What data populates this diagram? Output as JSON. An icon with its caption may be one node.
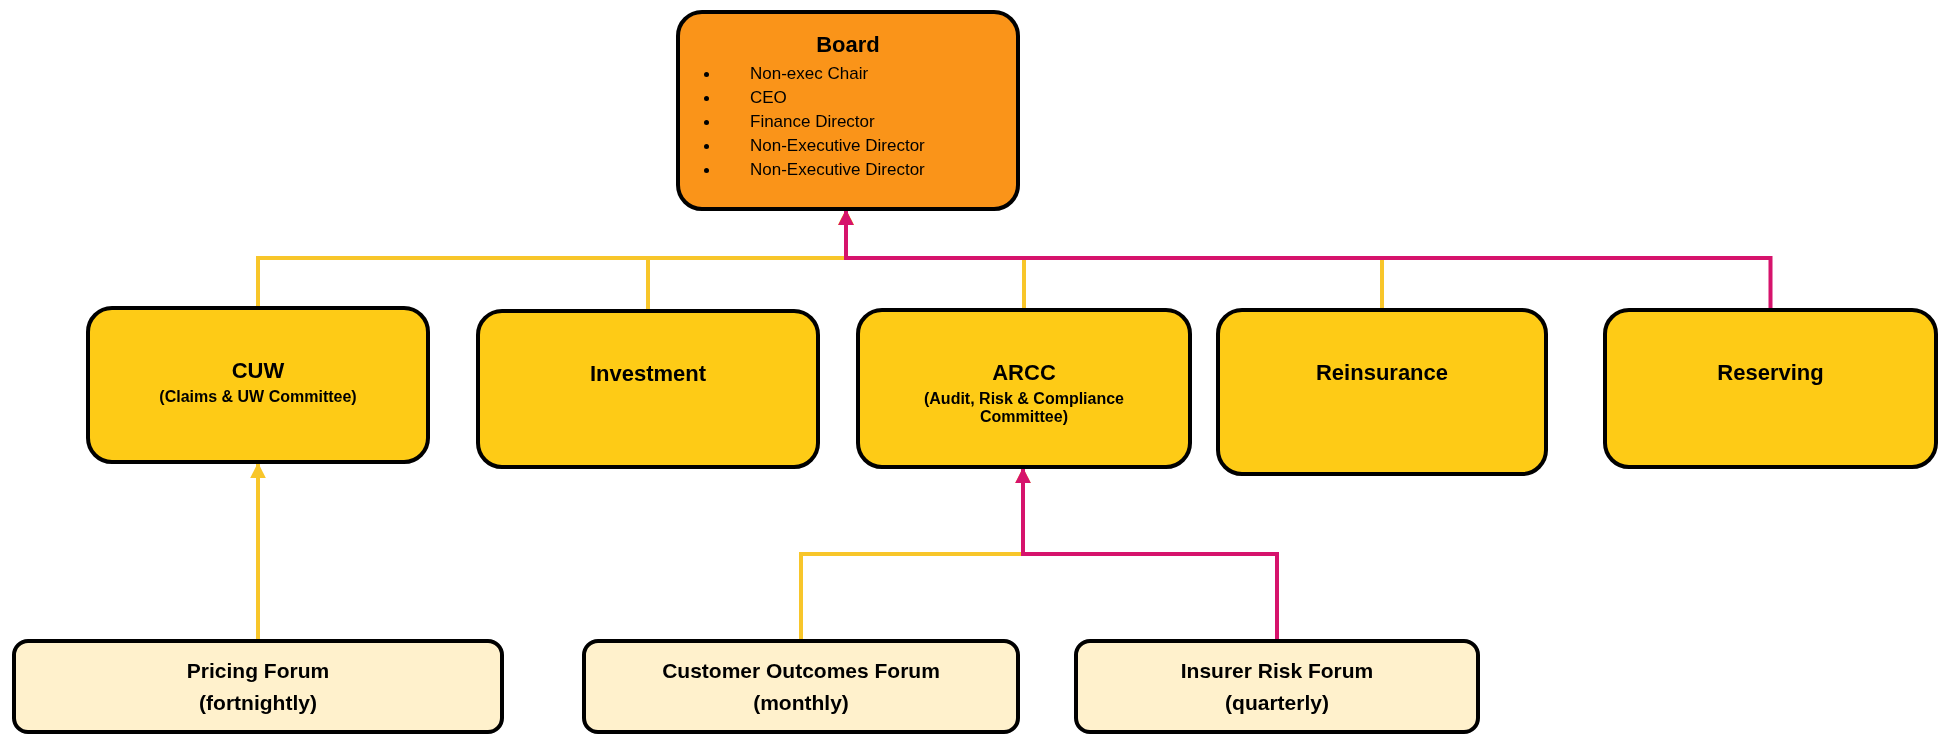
{
  "diagram": {
    "nodes": [
      {
        "text": [
          "Board",
          "Non-exec Chair",
          "CEO",
          "Finance Director",
          "Non-Executive Director",
          "Non-Executive Director"
        ]
      },
      {
        "text": [
          "CUW",
          "(Claims & UW Committee)"
        ]
      },
      {
        "text": [
          "Investment"
        ]
      },
      {
        "text": [
          "ARCC",
          "(Audit, Risk & Compliance Committee)"
        ]
      },
      {
        "text": [
          "Reinsurance"
        ]
      },
      {
        "text": [
          "Reserving"
        ]
      },
      {
        "text": [
          "Pricing Forum (fortnightly)"
        ]
      },
      {
        "text": [
          "Customer Outcomes Forum (monthly)"
        ]
      },
      {
        "text": [
          "Insurer Risk Forum (quarterly)"
        ]
      }
    ],
    "edges": [
      {
        "from": 1,
        "to": 0,
        "arrow": "to"
      },
      {
        "from": 2,
        "to": 0,
        "arrow": "to"
      },
      {
        "from": 3,
        "to": 0,
        "arrow": "to"
      },
      {
        "from": 4,
        "to": 0,
        "arrow": "to"
      },
      {
        "from": 5,
        "to": 0,
        "arrow": "to",
        "color": "#d6136c"
      },
      {
        "from": 6,
        "to": 1,
        "arrow": "to"
      },
      {
        "from": 7,
        "to": 3,
        "arrow": "to"
      },
      {
        "from": 8,
        "to": 3,
        "arrow": "to",
        "color": "#d6136c"
      }
    ]
  }
}
